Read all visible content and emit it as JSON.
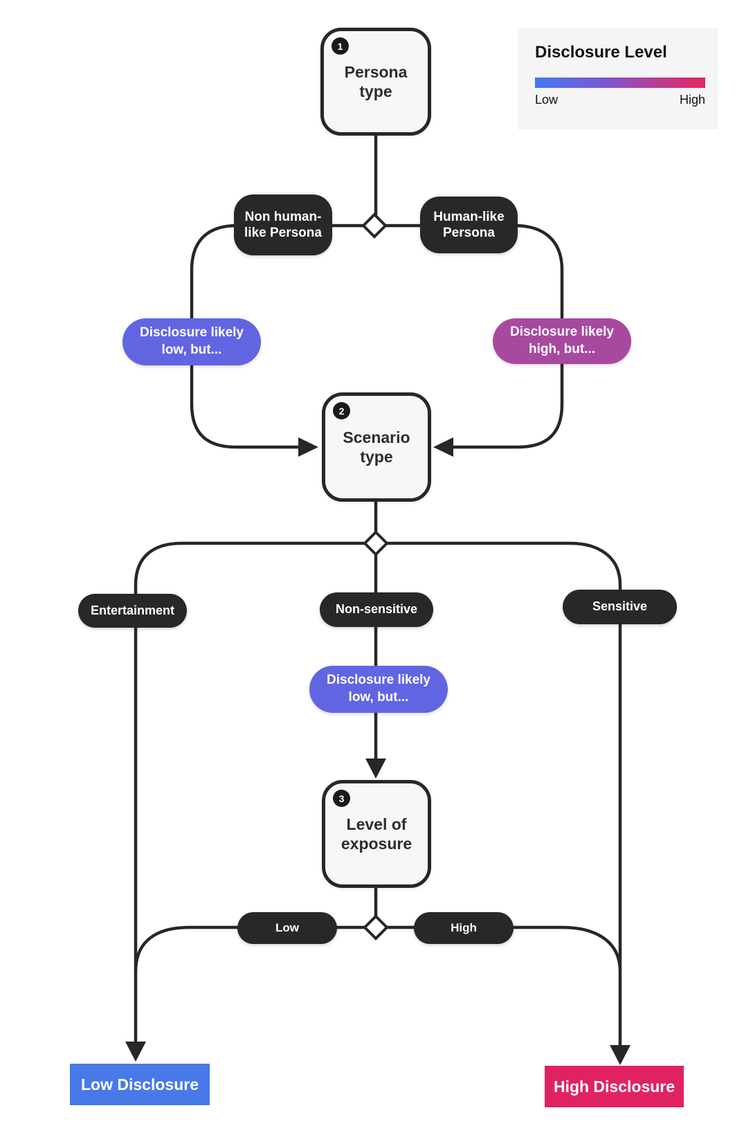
{
  "legend": {
    "title": "Disclosure Level",
    "low_label": "Low",
    "high_label": "High"
  },
  "steps": {
    "persona": {
      "badge": "1",
      "label": "Persona type"
    },
    "scenario": {
      "badge": "2",
      "label": "Scenario type"
    },
    "exposure": {
      "badge": "3",
      "label": "Level of exposure"
    }
  },
  "branches": {
    "non_human_persona": "Non human-like Persona",
    "human_persona": "Human-like Persona",
    "entertainment": "Entertainment",
    "non_sensitive": "Non-sensitive",
    "sensitive": "Sensitive",
    "low_exposure": "Low",
    "high_exposure": "High"
  },
  "notes": {
    "persona_low": "Disclosure likely low, but...",
    "persona_high": "Disclosure likely high, but...",
    "scenario_low": "Disclosure likely low, but..."
  },
  "outcomes": {
    "low": "Low Disclosure",
    "high": "High Disclosure"
  },
  "colors": {
    "line": "#272727",
    "node_fill": "#f7f7f7",
    "node_border": "#272727",
    "dark_pill": "#282828",
    "note_blue": "#6165e2",
    "note_magenta": "#a849a0",
    "end_blue": "#4879e8",
    "end_pink": "#e02360",
    "legend_bg": "#f5f5f5",
    "grad_start": "#4579f2",
    "grad_mid1": "#7a57d6",
    "grad_mid2": "#b43f93",
    "grad_end": "#e2285f",
    "badge_bg": "#1a1a1a"
  }
}
